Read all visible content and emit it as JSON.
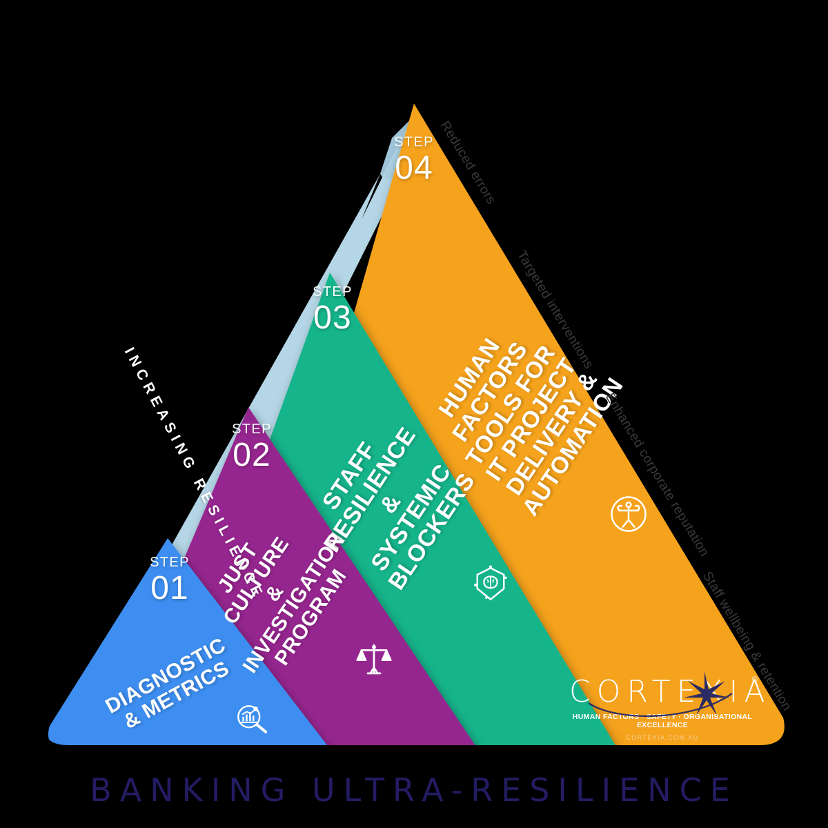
{
  "title": "BANKING ULTRA-RESILIENCE",
  "arrow_label": "INCREASING RESILIENCE",
  "colors": {
    "step01": "#3d8ef0",
    "step02": "#96268f",
    "step03": "#16b48b",
    "step04": "#f5a21f",
    "arrow": "#b4d6e6",
    "title": "#241c63",
    "background": "#000000",
    "outcome_text": "#3a3a3a"
  },
  "steps": [
    {
      "step_word": "STEP",
      "number": "01",
      "title": "DIAGNOSTIC\n& METRICS",
      "color": "#3d8ef0",
      "icon": "analytics-magnifier-icon"
    },
    {
      "step_word": "STEP",
      "number": "02",
      "title": "JUST CULTURE\n&\nINVESTIGATION\nPROGRAM",
      "color": "#96268f",
      "icon": "scales-of-justice-icon"
    },
    {
      "step_word": "STEP",
      "number": "03",
      "title": "STAFF\nRESILIENCE\n&\nSYSTEMIC\nBLOCKERS",
      "color": "#16b48b",
      "icon": "brain-icon"
    },
    {
      "step_word": "STEP",
      "number": "04",
      "title": "HUMAN\nFACTORS\nTOOLS FOR\nIT PROJECT\nDELIVERY &\nAUTOMATION",
      "color": "#f5a21f",
      "icon": "human-figure-icon"
    }
  ],
  "outcomes": [
    {
      "label": "Reduced errors"
    },
    {
      "label": "Targeted interventions"
    },
    {
      "label": "Enhanced corporate reputation"
    },
    {
      "label": "Staff wellbeing & retention"
    }
  ],
  "logo": {
    "word": "CORTEXIA",
    "registered": "®",
    "tagline": "HUMAN FACTORS · SAFETY · ORGANISATIONAL EXCELLENCE",
    "url": "CORTEXIA.COM.AU"
  }
}
